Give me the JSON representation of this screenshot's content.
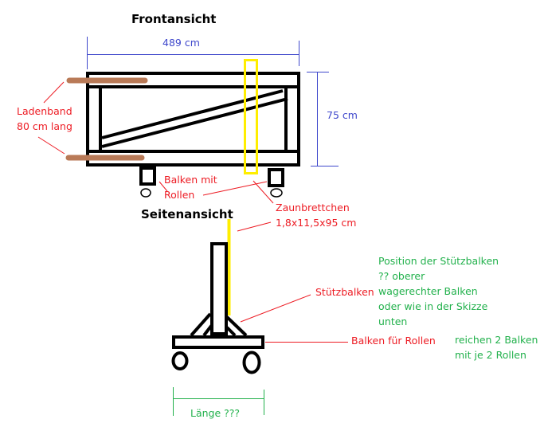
{
  "front": {
    "title": "Frontansicht",
    "width_label": "489 cm",
    "height_label": "75 cm",
    "ladenband_line1": "Ladenband",
    "ladenband_line2": "80 cm lang",
    "balken_line1": "Balken mit",
    "balken_line2": "Rollen",
    "zaun_line1": "Zaunbrettchen",
    "zaun_line2": "1,8x11,5x95 cm"
  },
  "side": {
    "title": "Seitenansicht",
    "stuetz_label": "Stützbalken",
    "rollen_label": "Balken für Rollen",
    "length_label": "Länge ???",
    "note1": [
      "Position der Stützbalken",
      "?? oberer",
      "wagerechter Balken",
      "oder wie in der Skizze",
      "unten"
    ],
    "note2": [
      "reichen 2 Balken",
      "mit je 2 Rollen"
    ]
  },
  "colors": {
    "dimension": "#3f48cc",
    "label": "#ed1c24",
    "note": "#22b14c",
    "board": "#ffee00",
    "hinge": "#b97a57"
  }
}
